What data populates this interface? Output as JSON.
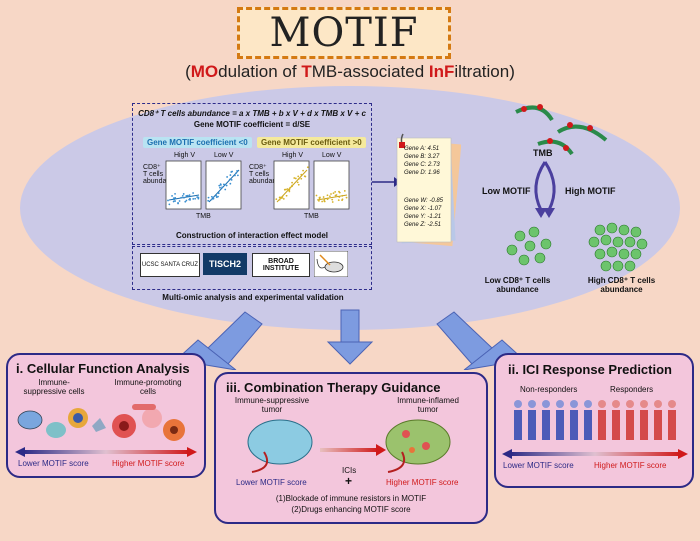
{
  "header": {
    "title": "MOTIF",
    "subtitle": {
      "open": "(",
      "parts": [
        {
          "t": "MO",
          "hl": true
        },
        {
          "t": "dulation of ",
          "hl": false
        },
        {
          "t": "T",
          "hl": true
        },
        {
          "t": "MB-associated ",
          "hl": false
        },
        {
          "t": "In",
          "hl": true
        },
        {
          "t": "F",
          "hl": true
        },
        {
          "t": "iltration",
          "hl": false
        }
      ],
      "close": ")"
    }
  },
  "model": {
    "equation": "CD8⁺ T cells abundance = a x TMB + b x V + d x TMB x V + c",
    "coefficient": "Gene MOTIF coefficient = d/SE",
    "neg_label": "Gene MOTIF coefficient <0",
    "pos_label": "Gene MOTIF coefficient >0",
    "high_v": "High V",
    "low_v": "Low V",
    "ylabel": "CD8⁺ T cells abundance",
    "xlabel": "TMB",
    "caption": "Construction of interaction effect model"
  },
  "validation": {
    "logos": [
      "UCSC SANTA CRUZ",
      "TISCH2",
      "BROAD INSTITUTE"
    ],
    "caption": "Multi-omic analysis and experimental validation"
  },
  "gene_list": {
    "top": [
      "Gene A: 4.51",
      "Gene B: 3.27",
      "Gene C: 2.73",
      "Gene D: 1.96"
    ],
    "bottom": [
      "Gene W: -0.85",
      "Gene X: -1.07",
      "Gene Y: -1.21",
      "Gene Z: -2.51"
    ]
  },
  "tmb": {
    "label": "TMB",
    "low_motif": "Low MOTIF",
    "high_motif": "High MOTIF",
    "low_cd8": "Low CD8⁺ T cells abundance",
    "high_cd8": "High CD8⁺ T cells abundance"
  },
  "panel_i": {
    "title": "i. Cellular Function Analysis",
    "left_label": "Immune-suppressive cells",
    "right_label": "Immune-promoting cells",
    "low": "Lower MOTIF score",
    "high": "Higher MOTIF score"
  },
  "panel_iii": {
    "title": "iii. Combination Therapy Guidance",
    "left_label": "Immune-suppressive tumor",
    "right_label": "Immune-inflamed tumor",
    "icis": "ICIs",
    "plus": "+",
    "low": "Lower MOTIF score",
    "high": "Higher MOTIF score",
    "note1": "(1)Blockade of immune resistors in MOTIF",
    "note2": "(2)Drugs enhancing MOTIF score"
  },
  "panel_ii": {
    "title": "ii. ICI Response Prediction",
    "left_label": "Non-responders",
    "right_label": "Responders",
    "low": "Lower MOTIF score",
    "high": "Higher MOTIF score"
  },
  "colors": {
    "red": "#d0191a",
    "blue": "#2c2a86",
    "panel_bg": "#f3c6dc",
    "ellipse": "#cbc9e7"
  }
}
